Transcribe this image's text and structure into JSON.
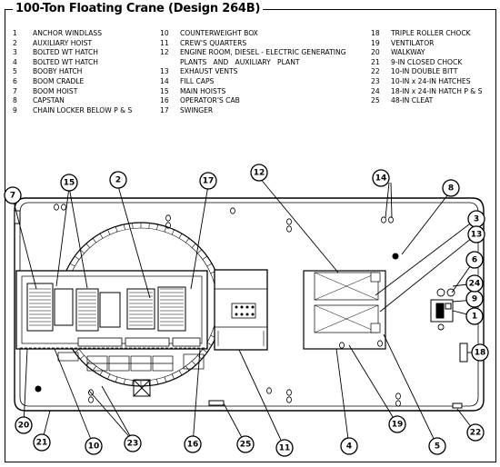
{
  "title": "100-Ton Floating Crane (Design 264B)",
  "legend_columns": [
    [
      {
        "num": "1",
        "label": "ANCHOR WINDLASS"
      },
      {
        "num": "2",
        "label": "AUXILIARY HOIST"
      },
      {
        "num": "3",
        "label": "BOLTED WT HATCH"
      },
      {
        "num": "4",
        "label": "BOLTED WT HATCH"
      },
      {
        "num": "5",
        "label": "BOOBY HATCH"
      },
      {
        "num": "6",
        "label": "BOOM CRADLE"
      },
      {
        "num": "7",
        "label": "BOOM HOIST"
      },
      {
        "num": "8",
        "label": "CAPSTAN"
      },
      {
        "num": "9",
        "label": "CHAIN LOCKER BELOW P & S"
      }
    ],
    [
      {
        "num": "10",
        "label": "COUNTERWEIGHT BOX"
      },
      {
        "num": "11",
        "label": "CREW'S QUARTERS"
      },
      {
        "num": "12",
        "label": "ENGINE ROOM, DIESEL - ELECTRIC GENERATING"
      },
      {
        "num": "",
        "label": "PLANTS   AND   AUXILIARY   PLANT"
      },
      {
        "num": "13",
        "label": "EXHAUST VENTS"
      },
      {
        "num": "14",
        "label": "FILL CAPS"
      },
      {
        "num": "15",
        "label": "MAIN HOISTS"
      },
      {
        "num": "16",
        "label": "OPERATOR'S CAB"
      },
      {
        "num": "17",
        "label": "SWINGER"
      }
    ],
    [
      {
        "num": "18",
        "label": "TRIPLE ROLLER CHOCK"
      },
      {
        "num": "19",
        "label": "VENTILATOR"
      },
      {
        "num": "20",
        "label": "WALKWAY"
      },
      {
        "num": "21",
        "label": "9-IN CLOSED CHOCK"
      },
      {
        "num": "22",
        "label": "10-IN DOUBLE BITT"
      },
      {
        "num": "23",
        "label": "10-IN x 24-IN HATCHES"
      },
      {
        "num": "24",
        "label": "18-IN x 24-IN HATCH P & S"
      },
      {
        "num": "25",
        "label": "48-IN CLEAT"
      }
    ]
  ],
  "callouts": [
    "1",
    "2",
    "3",
    "4",
    "5",
    "6",
    "7",
    "8",
    "9",
    "10",
    "11",
    "12",
    "13",
    "14",
    "15",
    "16",
    "17",
    "18",
    "19",
    "20",
    "21",
    "22",
    "23",
    "24",
    "25"
  ]
}
